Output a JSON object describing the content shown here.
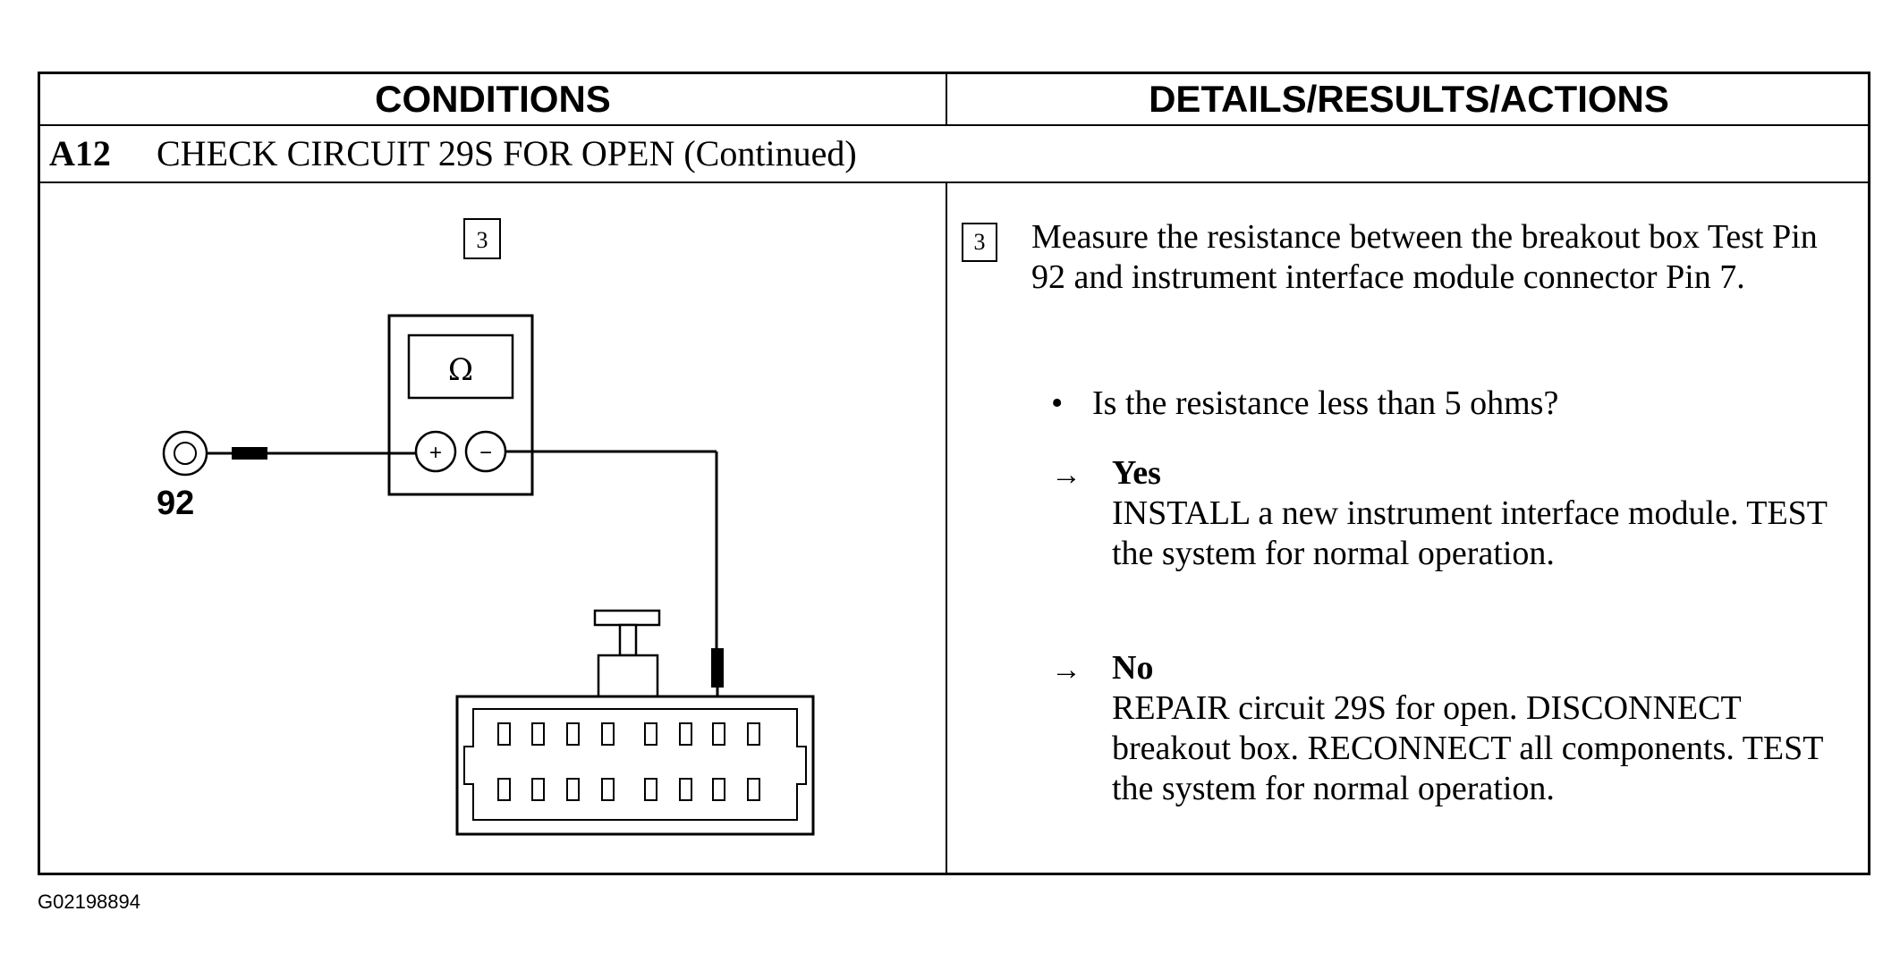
{
  "header": {
    "conditions": "CONDITIONS",
    "details": "DETAILS/RESULTS/ACTIONS"
  },
  "step": {
    "number": "A12",
    "title": "CHECK CIRCUIT 29S FOR OPEN (Continued)"
  },
  "diagram": {
    "step_marker": "3",
    "meter_symbol": "Ω",
    "pin_label": "92",
    "plus_symbol": "+",
    "minus_symbol": "−"
  },
  "details": {
    "step_marker": "3",
    "instruction": "Measure the resistance between the breakout box Test Pin 92 and instrument interface module connector Pin 7.",
    "bullet": "•",
    "question": "Is the resistance less than 5 ohms?",
    "arrow": "→",
    "yes": {
      "label": "Yes",
      "action": "INSTALL a new instrument interface module. TEST the system for normal operation."
    },
    "no": {
      "label": "No",
      "action": "REPAIR circuit 29S for open. DISCONNECT breakout box. RECONNECT all components. TEST the system for normal operation."
    }
  },
  "figure_id": "G02198894"
}
